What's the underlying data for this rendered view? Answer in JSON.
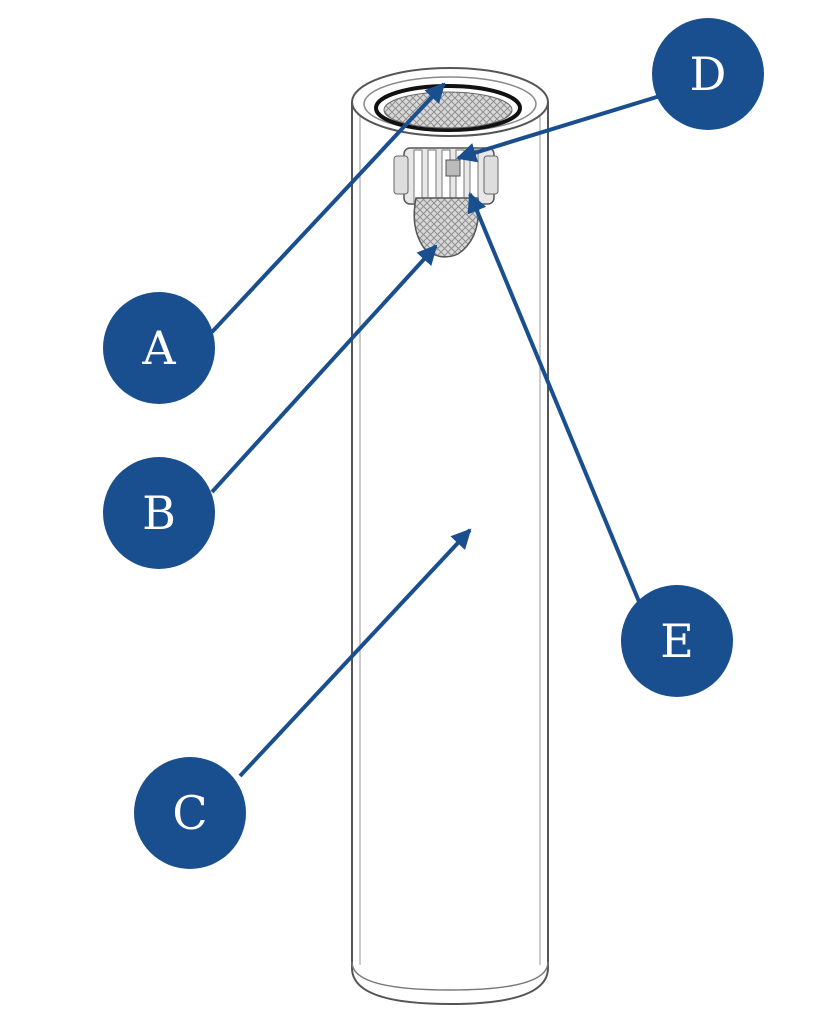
{
  "colors": {
    "callout_fill": "#1a4f8f",
    "leader_line": "#1a4f8f",
    "outline": "#555555",
    "mesh": "#9a9a9a",
    "background": "#ffffff"
  },
  "callouts": [
    {
      "id": "A",
      "label": "A"
    },
    {
      "id": "B",
      "label": "B"
    },
    {
      "id": "C",
      "label": "C"
    },
    {
      "id": "D",
      "label": "D"
    },
    {
      "id": "E",
      "label": "E"
    }
  ]
}
